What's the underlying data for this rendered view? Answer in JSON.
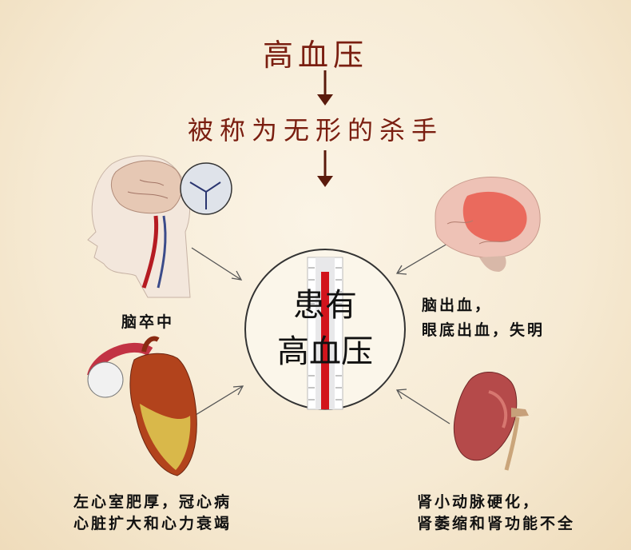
{
  "title": "高血压",
  "subtitle": "被称为无形的杀手",
  "center": {
    "line1": "患有",
    "line2": "高血压"
  },
  "captions": {
    "stroke": "脑卒中",
    "brain_bleed_1": "脑出血，",
    "brain_bleed_2": "眼底出血，失明",
    "heart_1": "左心室肥厚，冠心病",
    "heart_2": "心脏扩大和心力衰竭",
    "kidney_1": "肾小动脉硬化，",
    "kidney_2": "肾萎缩和肾功能不全"
  },
  "colors": {
    "title": "#7a1e10",
    "arrow": "#5a1a0c",
    "background": "#f6ead3",
    "thermometer_red": "#d2141c"
  },
  "icons": [
    "head-vessel-illustration",
    "brain-illustration",
    "heart-illustration",
    "kidney-illustration",
    "thermometer-icon"
  ]
}
